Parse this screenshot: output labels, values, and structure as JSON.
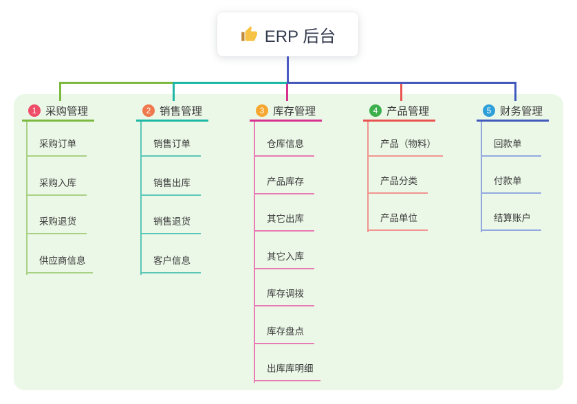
{
  "root": {
    "icon": "thumbs-up-icon",
    "label": "ERP 后台"
  },
  "panel": {
    "bg": "#EBF7E7"
  },
  "connector": {
    "stem": "#4C5AC4",
    "seg_left": "#7CBA3F",
    "seg_mid": "#1CB8A5",
    "seg_right": "#4356BB"
  },
  "branches": [
    {
      "num": "1",
      "label": "采购管理",
      "badge_color": "#EF4E68",
      "line_color": "#7CBA3F",
      "child_line_color": "#A9D184",
      "children": [
        "采购订单",
        "采购入库",
        "采购退货",
        "供应商信息"
      ]
    },
    {
      "num": "2",
      "label": "销售管理",
      "badge_color": "#F0784C",
      "line_color": "#1CB8A5",
      "child_line_color": "#5BC7B6",
      "children": [
        "销售订单",
        "销售出库",
        "销售退货",
        "客户信息"
      ]
    },
    {
      "num": "3",
      "label": "库存管理",
      "badge_color": "#F6A72F",
      "line_color": "#D6318E",
      "child_line_color": "#E97AB4",
      "children": [
        "仓库信息",
        "产品库存",
        "其它出库",
        "其它入库",
        "库存调拨",
        "库存盘点",
        "出库库明细"
      ]
    },
    {
      "num": "4",
      "label": "产品管理",
      "badge_color": "#3DB04D",
      "line_color": "#E9534F",
      "child_line_color": "#F29490",
      "children": [
        "产品（物料）",
        "产品分类",
        "产品单位"
      ]
    },
    {
      "num": "5",
      "label": "财务管理",
      "badge_color": "#2F9FD9",
      "line_color": "#4059BC",
      "child_line_color": "#92A9E0",
      "children": [
        "回款单",
        "付款单",
        "结算账户"
      ]
    }
  ]
}
